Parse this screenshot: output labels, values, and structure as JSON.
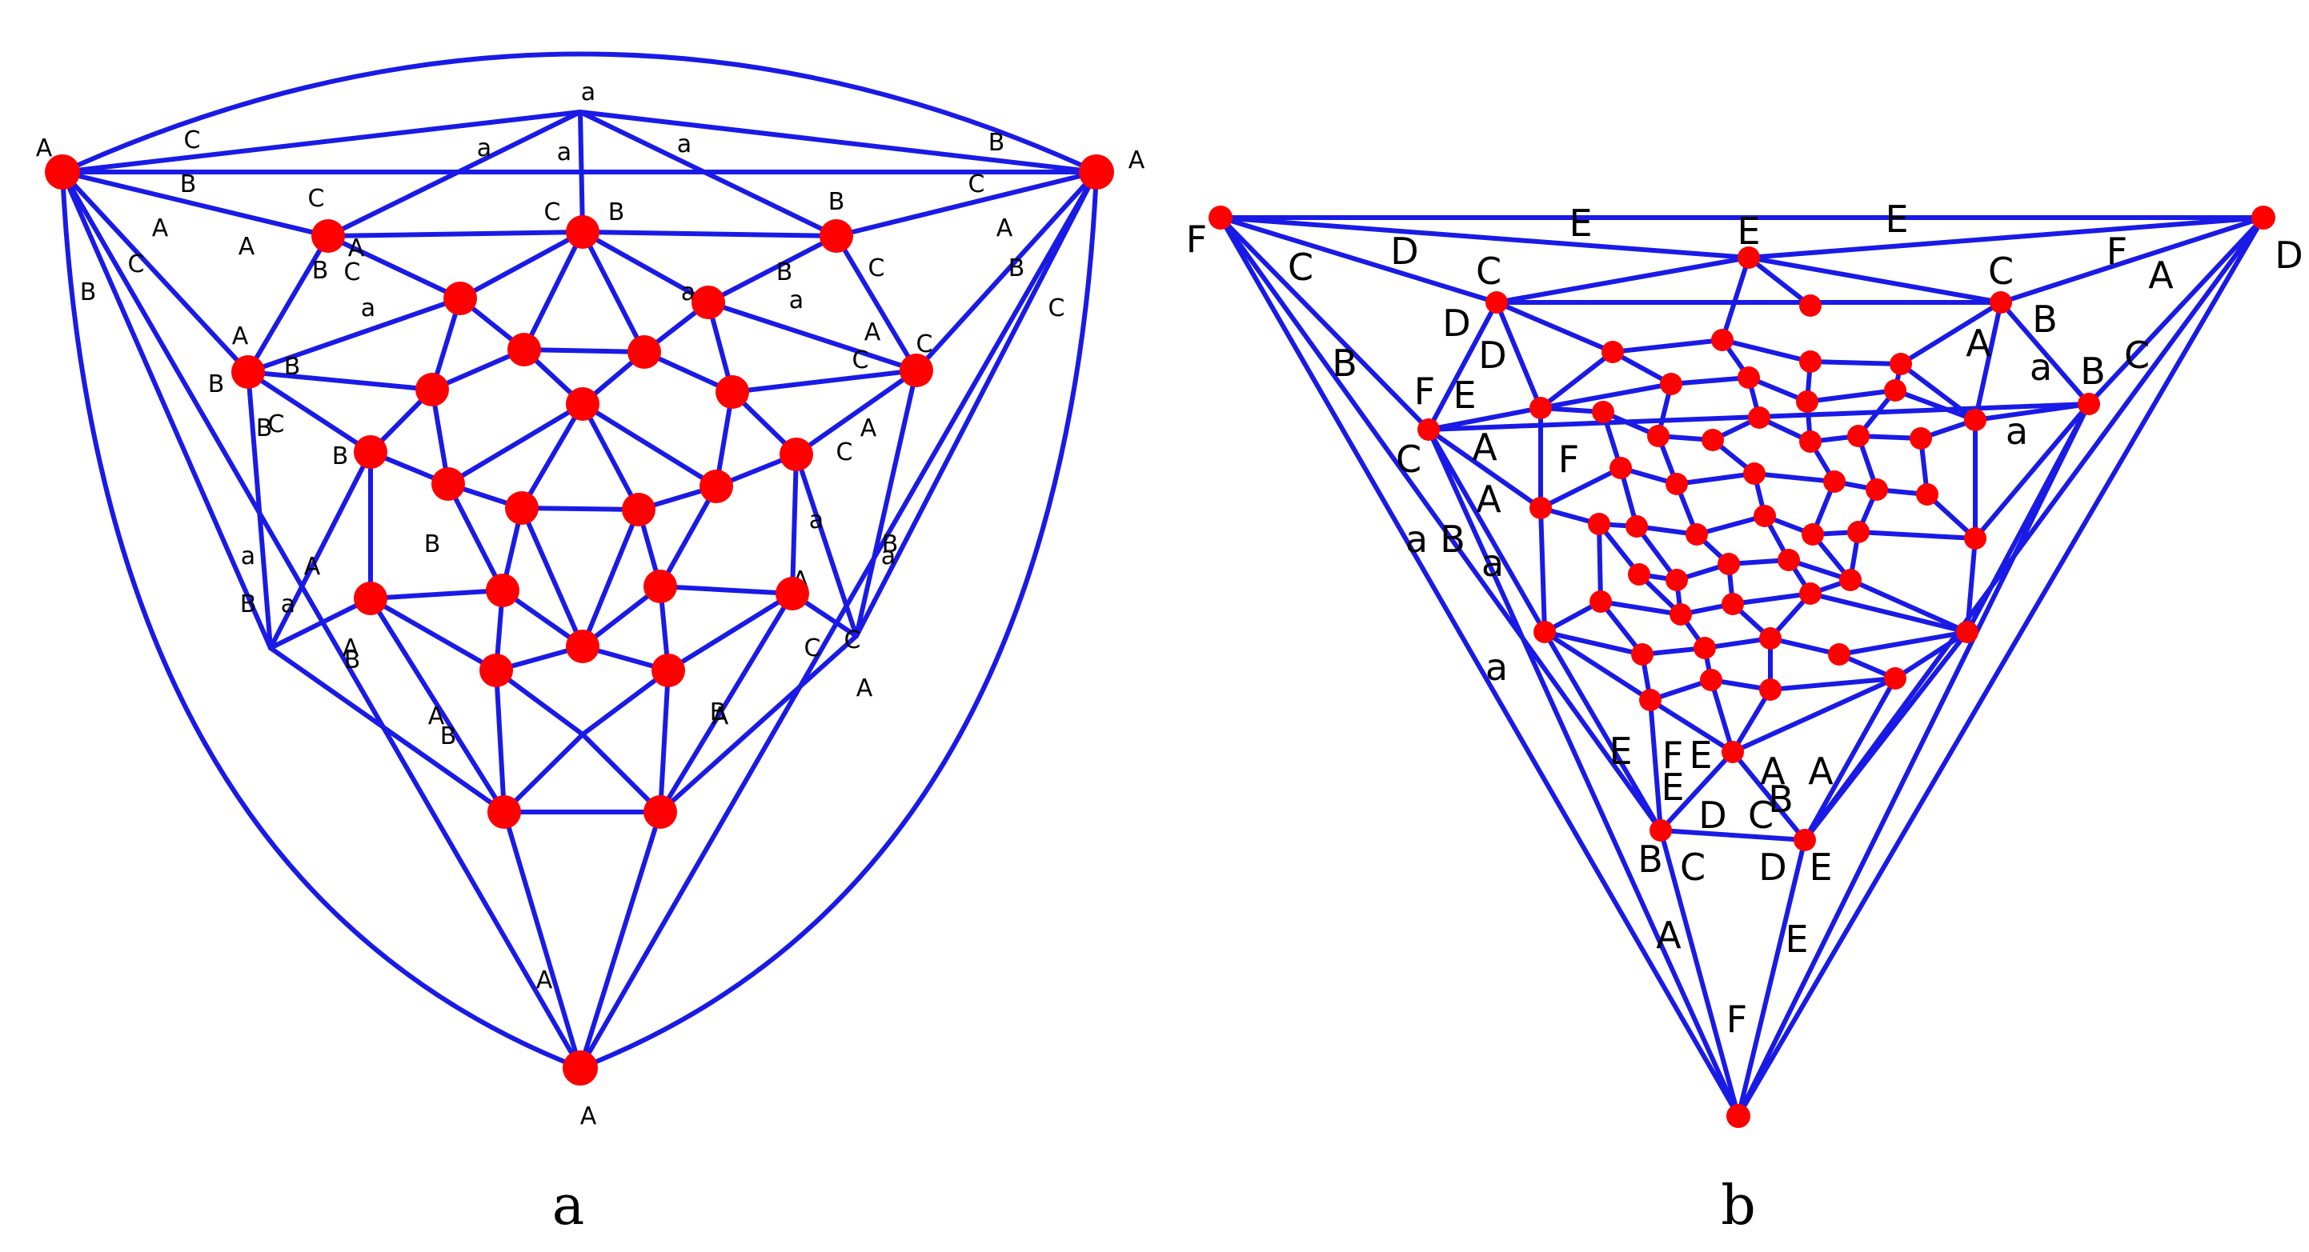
{
  "captions": {
    "left": "a",
    "right": "b"
  },
  "colors": {
    "edge": "#1a1ae6",
    "vertex": "#ff0000",
    "text": "#000000"
  },
  "diagram_a": {
    "nodes": [
      {
        "id": "TL"
      },
      {
        "id": "TR"
      },
      {
        "id": "BOT"
      },
      {
        "id": "TOP"
      },
      {
        "id": "C1"
      },
      {
        "id": "C2"
      },
      {
        "id": "C3"
      },
      {
        "id": "L1"
      },
      {
        "id": "R1"
      },
      {
        "id": "LA"
      },
      {
        "id": "RA"
      },
      {
        "id": "B1"
      },
      {
        "id": "B2"
      }
    ],
    "labels": [
      "A",
      "A",
      "A",
      "a",
      "C",
      "B",
      "a",
      "a",
      "a",
      "B",
      "C",
      "C",
      "C",
      "B",
      "B",
      "A",
      "A",
      "B",
      "B",
      "C",
      "C",
      "A",
      "A",
      "B",
      "C",
      "B",
      "C",
      "a",
      "a",
      "a",
      "B",
      "C",
      "A",
      "A",
      "B",
      "B",
      "A",
      "C",
      "C",
      "B",
      "B",
      "C",
      "A",
      "A",
      "a",
      "a",
      "a",
      "a",
      "B",
      "B",
      "A",
      "A",
      "B",
      "C",
      "C",
      "A",
      "A",
      "B",
      "B",
      "A",
      "A"
    ]
  },
  "diagram_b": {
    "nodes": [
      {
        "id": "F"
      },
      {
        "id": "D"
      },
      {
        "id": "C"
      },
      {
        "id": "E"
      }
    ],
    "labels": [
      "F",
      "D",
      "C",
      "E",
      "E",
      "E",
      "C",
      "D",
      "C",
      "D",
      "F",
      "A",
      "B",
      "C",
      "B",
      "A",
      "a",
      "B",
      "a",
      "F",
      "E",
      "D",
      "A",
      "C",
      "A",
      "a",
      "B",
      "a",
      "a",
      "E",
      "F",
      "E",
      "E",
      "A",
      "A",
      "D",
      "C",
      "B",
      "B",
      "C",
      "D",
      "E",
      "A",
      "F",
      "E",
      "F"
    ]
  }
}
